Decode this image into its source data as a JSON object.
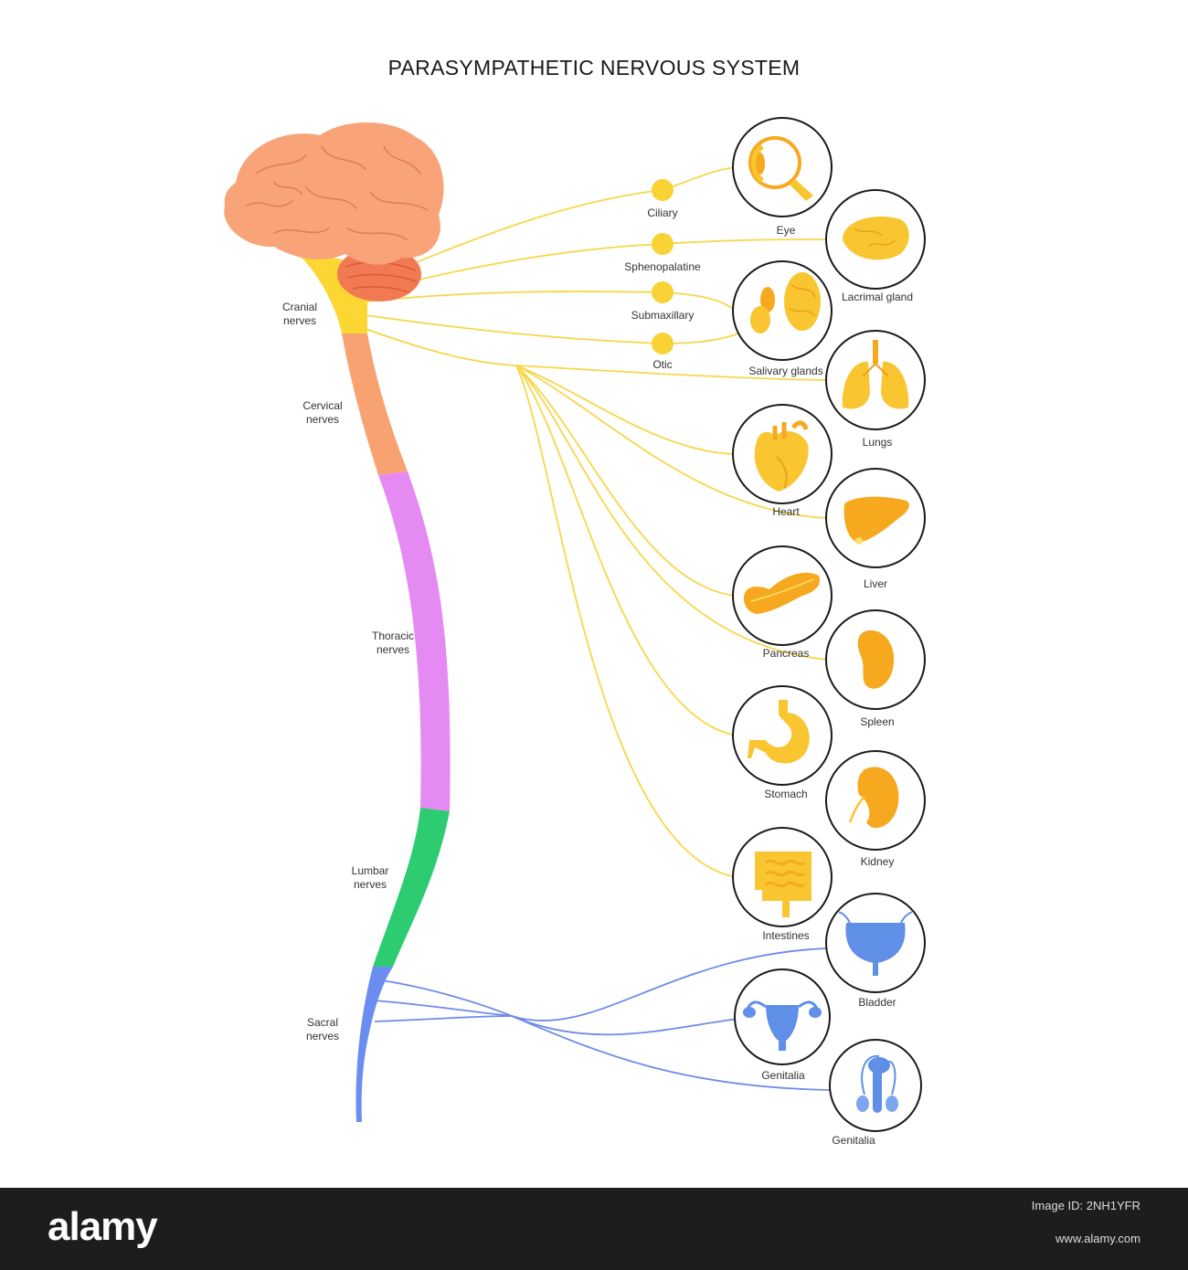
{
  "title": "PARASYMPATHETIC NERVOUS SYSTEM",
  "spine_labels": [
    {
      "line1": "Cranial",
      "line2": "nerves",
      "color": "#fcd633"
    },
    {
      "line1": "Cervical",
      "line2": "nerves",
      "color": "#f9a271"
    },
    {
      "line1": "Thoracic",
      "line2": "nerves",
      "color": "#e58af2"
    },
    {
      "line1": "Lumbar",
      "line2": "nerves",
      "color": "#2ecc71"
    },
    {
      "line1": "Sacral",
      "line2": "nerves",
      "color": "#6b8df0"
    }
  ],
  "ganglia": [
    "Ciliary",
    "Sphenopalatine",
    "Submaxillary",
    "Otic"
  ],
  "organs": [
    "Eye",
    "Lacrimal gland",
    "Salivary glands",
    "Lungs",
    "Heart",
    "Liver",
    "Pancreas",
    "Spleen",
    "Stomach",
    "Kidney",
    "Intestines",
    "Bladder",
    "Genitalia",
    "Genitalia"
  ],
  "colors": {
    "nerve_yellow": "#f7d64a",
    "organ_yellow": "#f9c531",
    "organ_orange": "#f6a91f",
    "nerve_blue": "#6e8ce8",
    "organ_blue": "#5f8fe6",
    "brain": "#f8a478",
    "cerebellum": "#f27a52"
  },
  "footer": {
    "logo": "alamy",
    "image_id": "Image ID: 2NH1YFR",
    "url": "www.alamy.com"
  }
}
